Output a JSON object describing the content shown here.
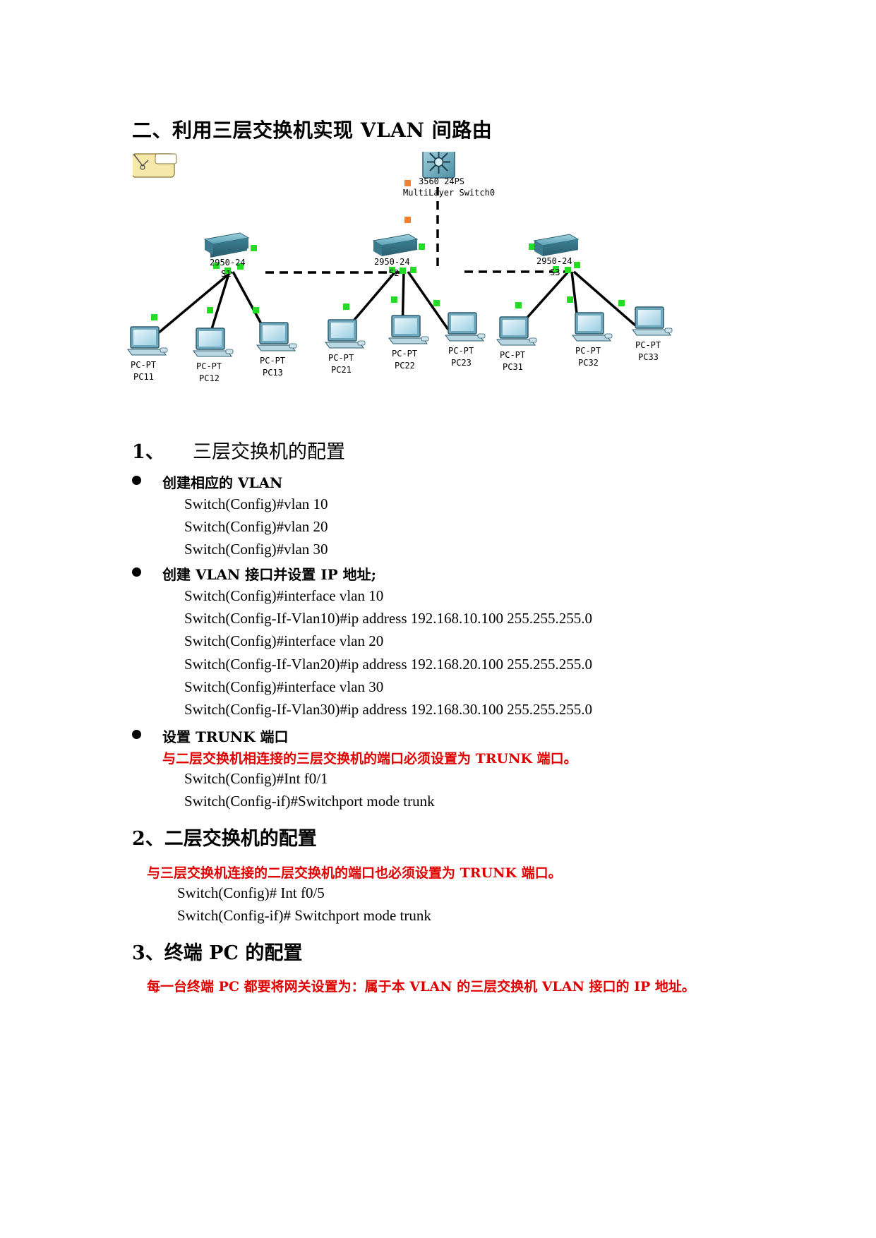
{
  "title": "二、利用三层交换机实现 VLAN 间路由",
  "diagram": {
    "multilayer": {
      "line1": "3560 24PS",
      "line2": "MultiLayer Switch0"
    },
    "switches": [
      {
        "model": "2950-24",
        "name": "S1"
      },
      {
        "model": "2950-24",
        "name": "S2"
      },
      {
        "model": "2950-24",
        "name": "S3"
      }
    ],
    "pcs": [
      {
        "type": "PC-PT",
        "name": "PC11"
      },
      {
        "type": "PC-PT",
        "name": "PC12"
      },
      {
        "type": "PC-PT",
        "name": "PC13"
      },
      {
        "type": "PC-PT",
        "name": "PC21"
      },
      {
        "type": "PC-PT",
        "name": "PC22"
      },
      {
        "type": "PC-PT",
        "name": "PC23"
      },
      {
        "type": "PC-PT",
        "name": "PC31"
      },
      {
        "type": "PC-PT",
        "name": "PC32"
      },
      {
        "type": "PC-PT",
        "name": "PC33"
      }
    ]
  },
  "section1": {
    "number": "1、",
    "heading": "三层交换机的配置",
    "bullets": [
      {
        "title": "创建相应的 VLAN",
        "lines": [
          "Switch(Config)#vlan 10",
          "Switch(Config)#vlan 20",
          "Switch(Config)#vlan 30"
        ]
      },
      {
        "title": "创建 VLAN 接口并设置 IP 地址;",
        "lines": [
          "Switch(Config)#interface vlan 10",
          "Switch(Config-If-Vlan10)#ip address 192.168.10.100 255.255.255.0",
          "Switch(Config)#interface vlan 20",
          "Switch(Config-If-Vlan20)#ip address 192.168.20.100 255.255.255.0",
          "Switch(Config)#interface vlan 30",
          "Switch(Config-If-Vlan30)#ip address 192.168.30.100 255.255.255.0"
        ]
      },
      {
        "title": "设置 TRUNK 端口",
        "note": "与二层交换机相连接的三层交换机的端口必须设置为 TRUNK 端口。",
        "lines": [
          "Switch(Config)#Int f0/1",
          "Switch(Config-if)#Switchport mode trunk"
        ]
      }
    ]
  },
  "section2": {
    "heading": "2、二层交换机的配置",
    "note": "与三层交换机连接的二层交换机的端口也必须设置为 TRUNK 端口。",
    "lines": [
      "Switch(Config)# Int f0/5",
      "Switch(Config-if)# Switchport mode trunk"
    ]
  },
  "section3": {
    "heading": "3、终端 PC 的配置",
    "note": "每一台终端 PC 都要将网关设置为：属于本 VLAN 的三层交换机 VLAN 接口的 IP 地址。"
  },
  "colors": {
    "note": "#e00000",
    "link": "#000000",
    "port": "#22dd22",
    "port_trunk": "#f08030",
    "switch": "#4f9bb0"
  }
}
